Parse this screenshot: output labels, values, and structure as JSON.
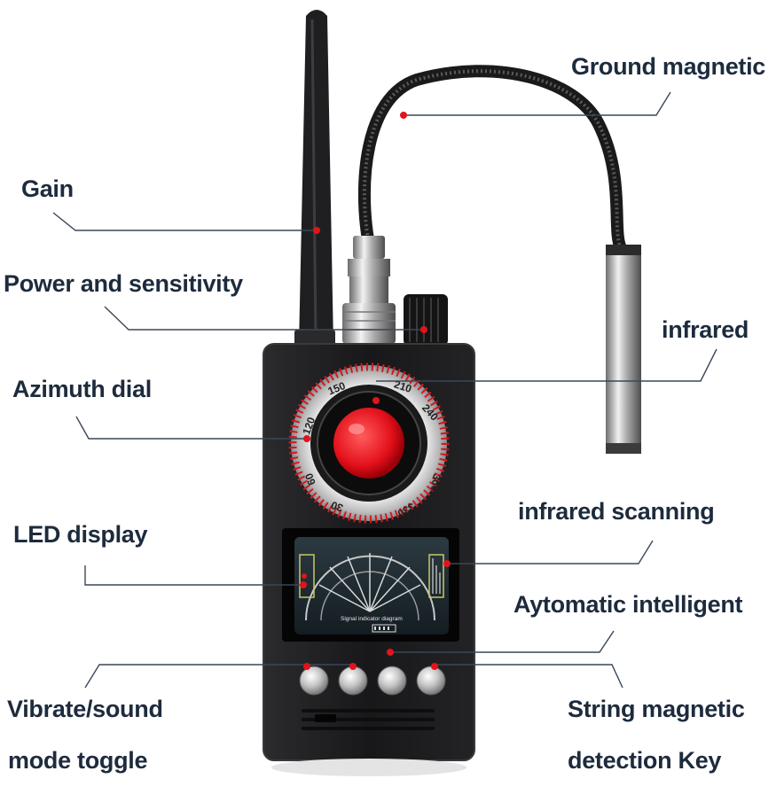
{
  "callouts": {
    "ground_magnetic": "Ground magnetic",
    "gain": "Gain",
    "power_sensitivity": "Power and sensitivity",
    "infrared": "infrared",
    "azimuth_dial": "Azimuth dial",
    "infrared_scanning": "infrared scanning",
    "led_display": "LED display",
    "automatic_intelligent": "Aytomatic intelligent",
    "vibrate_line1": "Vibrate/sound",
    "vibrate_line2": "mode toggle",
    "string_line1": "String magnetic",
    "string_line2": "detection Key"
  },
  "dial": {
    "ticks": [
      "150",
      "210",
      "240",
      "300",
      "330",
      "30",
      "60",
      "120"
    ]
  },
  "display": {
    "diagram_caption": "Signal indicator diagram"
  },
  "colors": {
    "label_text": "#1d2b3d",
    "leader_line": "#3a4758",
    "accent_red": "#e0141c",
    "device_body": "#1c1c1e"
  },
  "icons": [
    "antenna-icon",
    "gooseneck-probe-icon",
    "camera-lens-icon",
    "speaker-grille-icon"
  ]
}
